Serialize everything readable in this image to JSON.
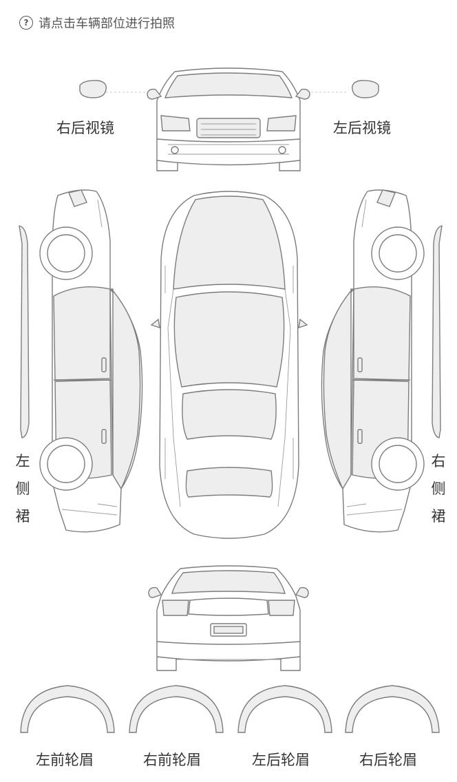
{
  "hint": {
    "icon": "question-circle-icon",
    "text": "请点击车辆部位进行拍照"
  },
  "parts": {
    "right_mirror": "右后视镜",
    "left_mirror": "左后视镜",
    "left_skirt": [
      "左",
      "侧",
      "裙"
    ],
    "right_skirt": [
      "右",
      "侧",
      "裙"
    ],
    "left_front_fender": "左前轮眉",
    "right_front_fender": "右前轮眉",
    "left_rear_fender": "左后轮眉",
    "right_rear_fender": "右后轮眉"
  },
  "colors": {
    "line": "#7c7c7c",
    "fill": "#eeeeee",
    "text": "#333333"
  }
}
